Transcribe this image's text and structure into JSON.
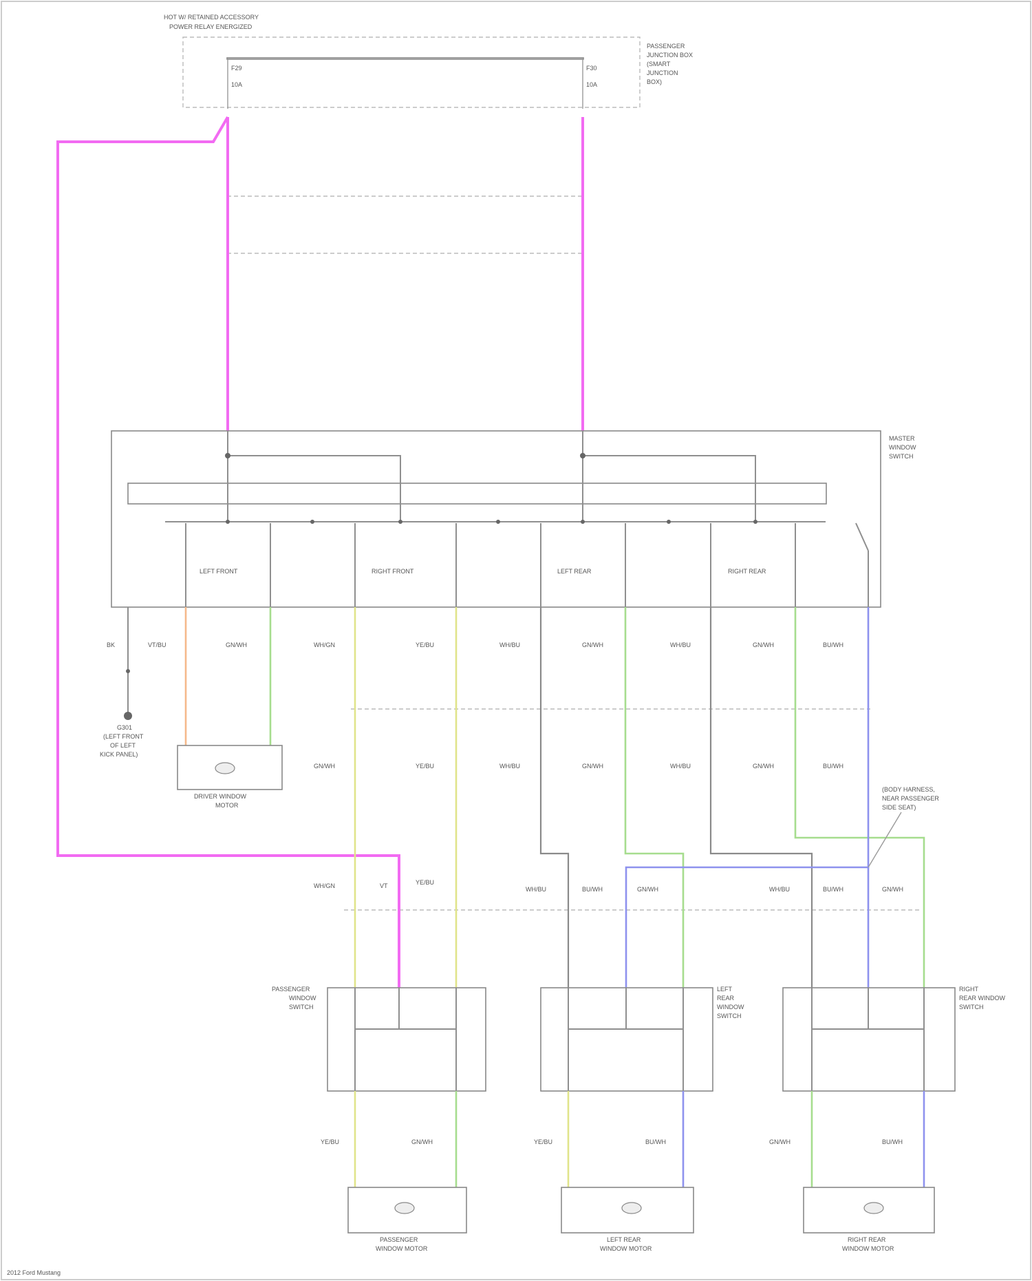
{
  "colors": {
    "power": "#f26bf2",
    "green": "#a6dd8e",
    "yellow": "#e0e48a",
    "orange": "#f5b98b",
    "blue": "#8e92ee",
    "gray": "#8a8a8a",
    "frame": "#888888"
  },
  "icons": [
    "switch-contact-icon",
    "motor-icon",
    "ground-icon",
    "splice-icon"
  ],
  "top_box": {
    "title_line1": "HOT W/ RETAINED ACCESSORY",
    "title_line2": "POWER RELAY ENERGIZED",
    "right_line1": "PASSENGER",
    "right_line2": "JUNCTION BOX",
    "right_line3": "(SMART",
    "right_line4": "JUNCTION",
    "right_line5": "BOX)",
    "fuse_left": [
      "F29",
      "10A"
    ],
    "fuse_right": [
      "F30",
      "10A"
    ]
  },
  "master_switch": {
    "name_line1": "MASTER",
    "name_line2": "WINDOW",
    "name_line3": "SWITCH",
    "sections": [
      "LEFT FRONT",
      "RIGHT FRONT",
      "LEFT REAR",
      "RIGHT REAR"
    ]
  },
  "ground": {
    "label_line1": "G301",
    "label_line2": "(LEFT FRONT",
    "label_line3": "OF LEFT",
    "label_line4": "KICK PANEL)"
  },
  "annotation": {
    "line1": "(BODY HARNESS,",
    "line2": "NEAR PASSENGER",
    "line3": "SIDE SEAT)"
  },
  "components": {
    "driver_motor_line1": "DRIVER WINDOW",
    "driver_motor_line2": "MOTOR",
    "pass_switch_line1": "PASSENGER",
    "pass_switch_line2": "WINDOW",
    "pass_switch_line3": "SWITCH",
    "lr_switch_line1": "LEFT",
    "lr_switch_line2": "REAR",
    "lr_switch_line3": "WINDOW",
    "lr_switch_line4": "SWITCH",
    "rr_switch_line1": "RIGHT",
    "rr_switch_line2": "REAR WINDOW",
    "rr_switch_line3": "SWITCH",
    "pass_motor_line1": "PASSENGER",
    "pass_motor_line2": "WINDOW MOTOR",
    "lr_motor_line1": "LEFT REAR",
    "lr_motor_line2": "WINDOW MOTOR",
    "rr_motor_line1": "RIGHT REAR",
    "rr_motor_line2": "WINDOW MOTOR"
  },
  "wire_labels": {
    "row1": [
      "BK",
      "VT/BU",
      "GN/WH",
      "WH/GN",
      "YE/BU",
      "WH/BU",
      "GN/WH",
      "WH/BU",
      "GN/WH",
      "BU/WH"
    ],
    "row2": [
      "GN/WH",
      "YE/BU",
      "WH/BU",
      "GN/WH",
      "WH/BU",
      "GN/WH",
      "BU/WH"
    ],
    "lower_pass": [
      "WH/GN",
      "VT",
      "YE/BU"
    ],
    "lower_lr": [
      "WH/BU",
      "BU/WH",
      "GN/WH"
    ],
    "lower_rr": [
      "WH/BU",
      "BU/WH",
      "GN/WH"
    ],
    "motor_pass": [
      "YE/BU",
      "GN/WH"
    ],
    "motor_lr": [
      "YE/BU",
      "BU/WH"
    ],
    "motor_rr": [
      "GN/WH",
      "BU/WH"
    ]
  },
  "footer": "2012 Ford Mustang"
}
